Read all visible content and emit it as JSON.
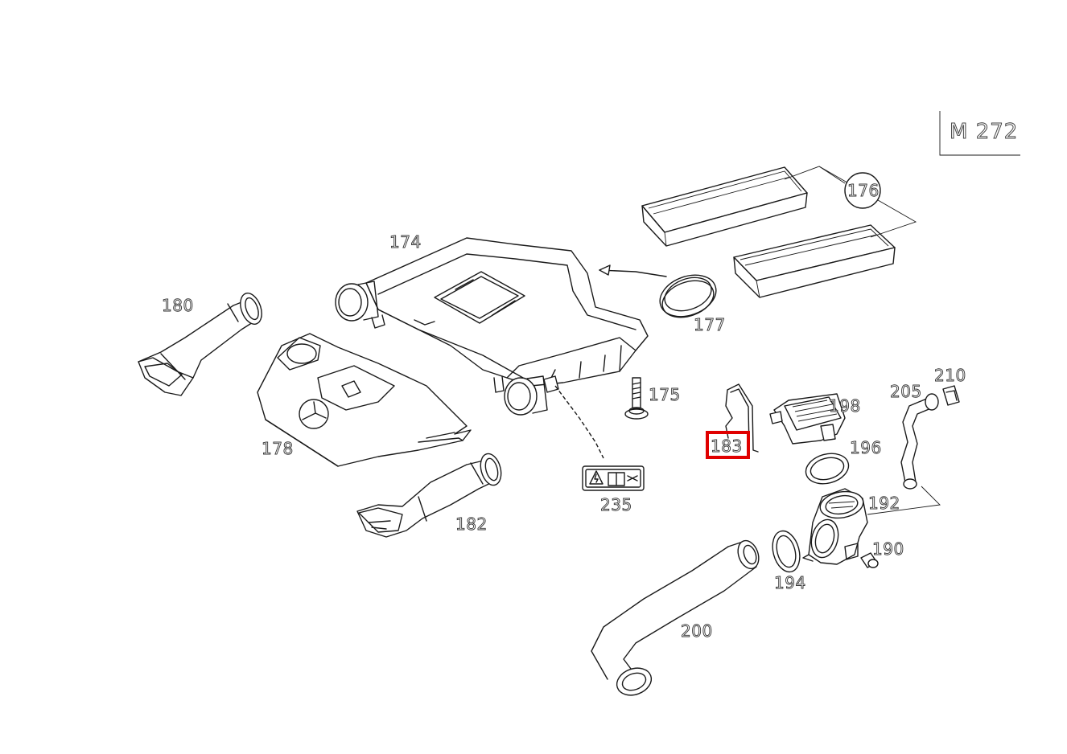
{
  "model_code": "M 272",
  "highlight_color": "#e00000",
  "highlighted_part": "183",
  "parts": [
    {
      "id": "p174",
      "label": "174"
    },
    {
      "id": "p175",
      "label": "175"
    },
    {
      "id": "p176",
      "label": "176"
    },
    {
      "id": "p177",
      "label": "177"
    },
    {
      "id": "p178",
      "label": "178"
    },
    {
      "id": "p180",
      "label": "180"
    },
    {
      "id": "p182",
      "label": "182"
    },
    {
      "id": "p183",
      "label": "183"
    },
    {
      "id": "p190",
      "label": "190"
    },
    {
      "id": "p192",
      "label": "192"
    },
    {
      "id": "p194",
      "label": "194"
    },
    {
      "id": "p196",
      "label": "196"
    },
    {
      "id": "p198",
      "label": "198"
    },
    {
      "id": "p200",
      "label": "200"
    },
    {
      "id": "p205",
      "label": "205"
    },
    {
      "id": "p210",
      "label": "210"
    },
    {
      "id": "p235",
      "label": "235"
    }
  ]
}
